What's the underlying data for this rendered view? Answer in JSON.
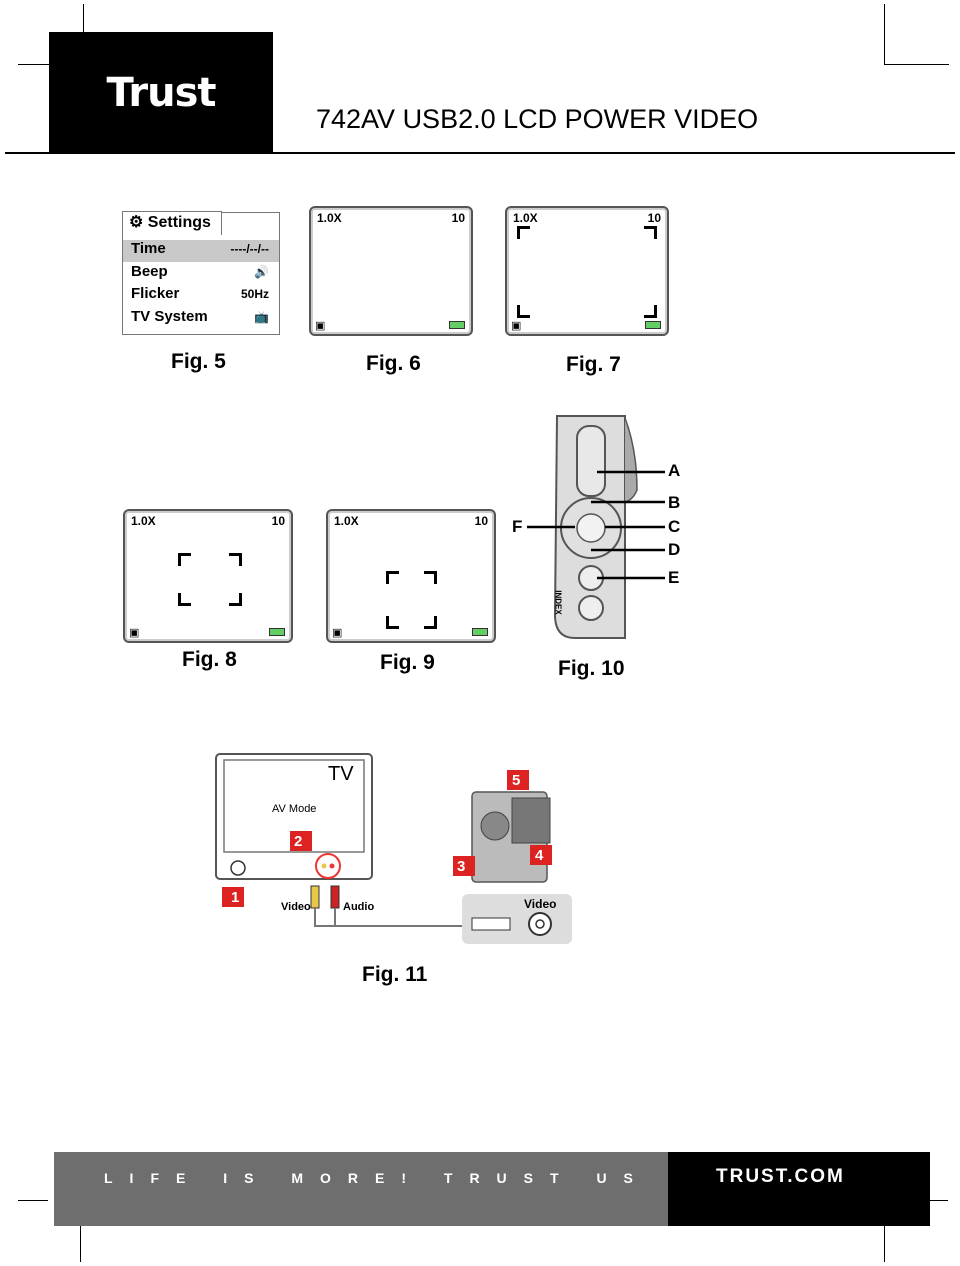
{
  "header": {
    "logo": "Trust",
    "title": "742AV USB2.0 LCD POWER VIDEO"
  },
  "fig5": {
    "label": "Fig. 5",
    "menu_title": "Settings",
    "rows": [
      {
        "name": "Time",
        "value": "----/--/--"
      },
      {
        "name": "Beep",
        "value": ""
      },
      {
        "name": "Flicker",
        "value": "50Hz"
      },
      {
        "name": "TV System",
        "value": ""
      }
    ]
  },
  "lcd": {
    "zoom": "1.0X",
    "count": "10"
  },
  "figs": {
    "fig6": "Fig. 6",
    "fig7": "Fig. 7",
    "fig8": "Fig. 8",
    "fig9": "Fig. 9",
    "fig10": "Fig. 10",
    "fig11": "Fig. 11"
  },
  "fig10_labels": {
    "a": "A",
    "b": "B",
    "c": "C",
    "d": "D",
    "e": "E",
    "f": "F",
    "side_text": "INDEX"
  },
  "fig11": {
    "tv": "TV",
    "av_mode": "AV Mode",
    "video": "Video",
    "audio": "Audio",
    "video_port": "Video",
    "numbers": [
      "1",
      "2",
      "3",
      "4",
      "5"
    ]
  },
  "footer": {
    "slogan": "LIFE IS MORE! TRUST US",
    "url": "TRUST.COM"
  }
}
